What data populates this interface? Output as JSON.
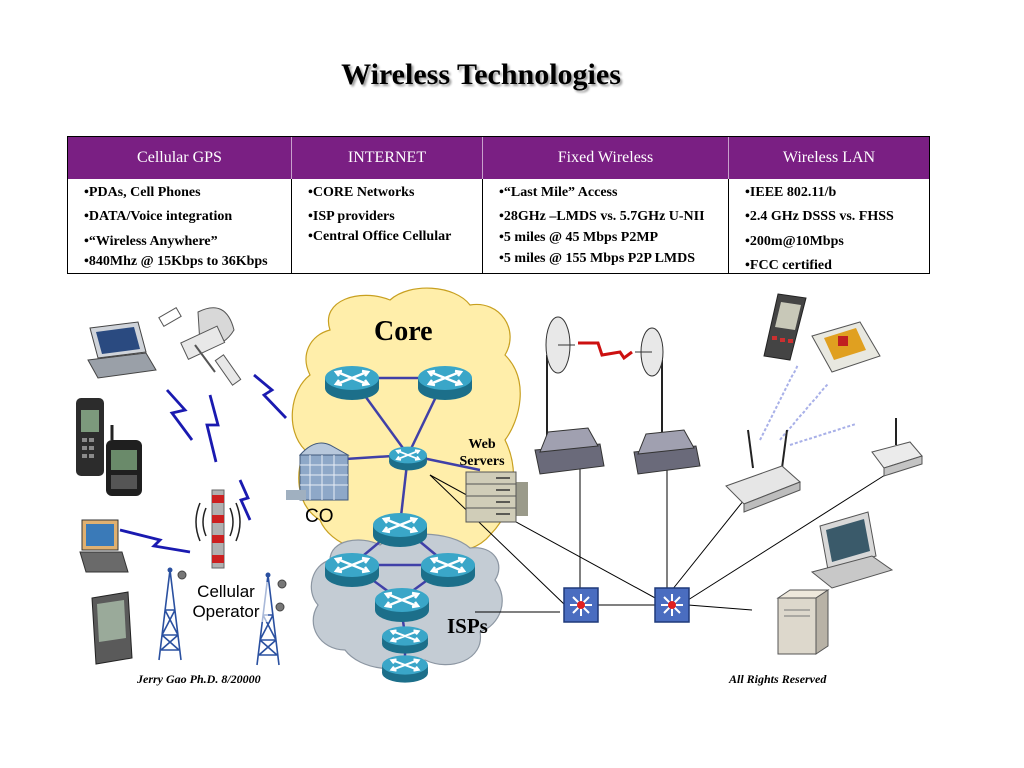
{
  "title": "Wireless Technologies",
  "table": {
    "headers": [
      "Cellular GPS",
      "INTERNET",
      "Fixed Wireless",
      "Wireless LAN"
    ],
    "columns": [
      [
        "•PDAs, Cell Phones",
        "•DATA/Voice integration",
        "•“Wireless Anywhere”",
        "•840Mhz @ 15Kbps to 36Kbps"
      ],
      [
        "•CORE Networks",
        "•ISP providers",
        "•Central Office Cellular"
      ],
      [
        "•“Last Mile” Access",
        "•28GHz –LMDS vs. 5.7GHz U-NII",
        "•5 miles @ 45 Mbps P2MP",
        "•5 miles @ 155 Mbps P2P LMDS"
      ],
      [
        "•IEEE 802.11/b",
        "•2.4 GHz DSSS vs. FHSS",
        "•200m@10Mbps",
        "•FCC certified"
      ]
    ]
  },
  "diagram": {
    "core_label": "Core",
    "isps_label": "ISPs",
    "web_servers_label": "Web Servers",
    "co_label": "CO",
    "cellular_operator_label": "Cellular Operator"
  },
  "footer": {
    "author": "Jerry Gao Ph.D.  8/20000",
    "rights": "All Rights Reserved"
  },
  "colors": {
    "header_bg": "#7a1f83",
    "core_cloud": "#ffeeaa",
    "isp_cloud": "#c4ccd4",
    "router": "#2a93b3",
    "links": "#4040a8",
    "lightning": "#1a1ab0",
    "switch": "#3d5fb0"
  },
  "icons": [
    "laptop-icon",
    "cell-phone-icon",
    "pda-icon",
    "satellite-icon",
    "cell-tower-icon",
    "router-icon",
    "server-icon",
    "dish-antenna-icon",
    "modem-icon",
    "switch-icon",
    "access-point-icon",
    "desktop-computer-icon",
    "handheld-scanner-icon"
  ]
}
